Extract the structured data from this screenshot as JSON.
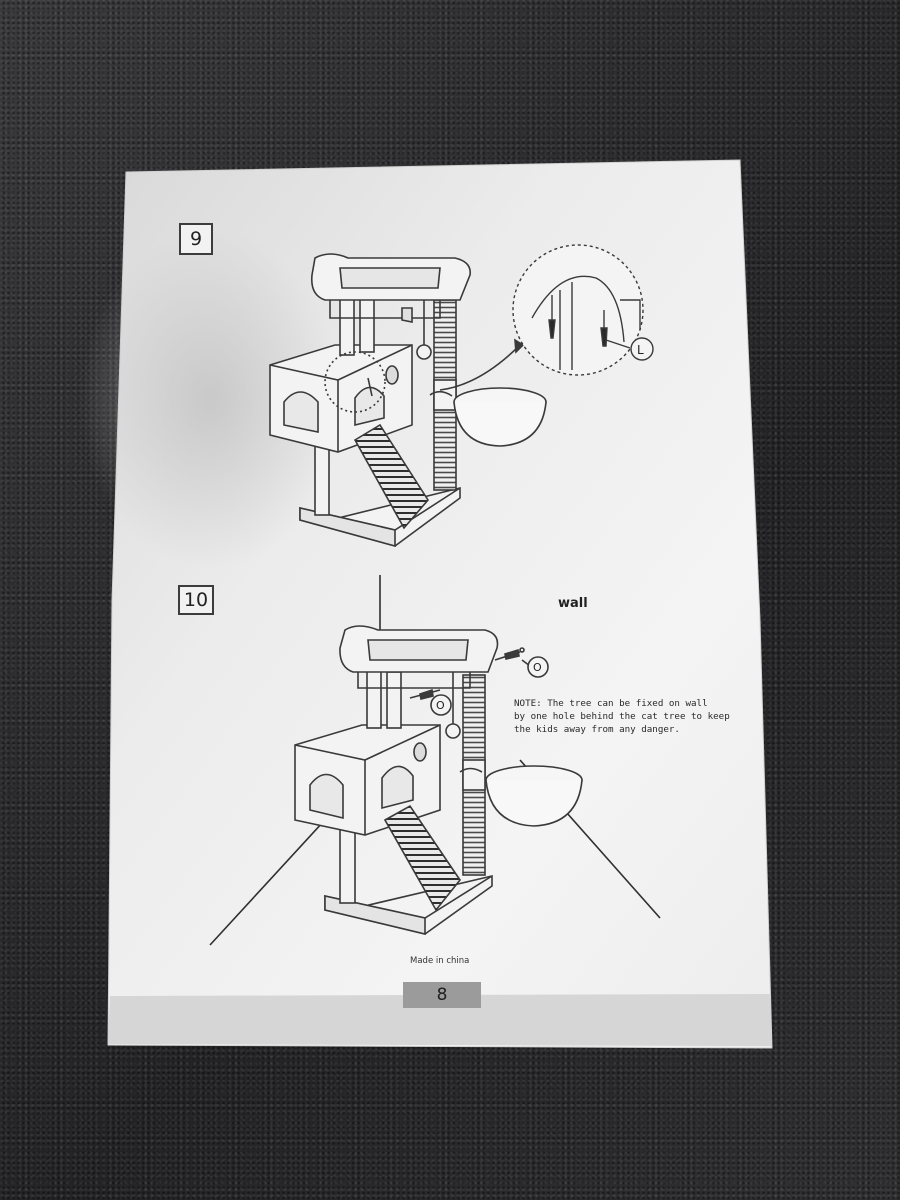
{
  "steps": [
    {
      "number": "9"
    },
    {
      "number": "10",
      "wall_label": "wall"
    }
  ],
  "callouts": {
    "step9_part": "L",
    "step10_part_top": "O",
    "step10_part_left": "O"
  },
  "note": {
    "lines": [
      "NOTE: The tree can be fixed on wall",
      "by one hole behind the cat tree to keep",
      "the kids away from any danger."
    ]
  },
  "footer": {
    "made_in": "Made in china",
    "page_number": "8"
  },
  "colors": {
    "carpet": "#2f2f31",
    "paper": "#f1f1f1",
    "line": "#3a3a3a",
    "footer_band": "#d6d6d6",
    "page_box": "#9b9b9b"
  }
}
